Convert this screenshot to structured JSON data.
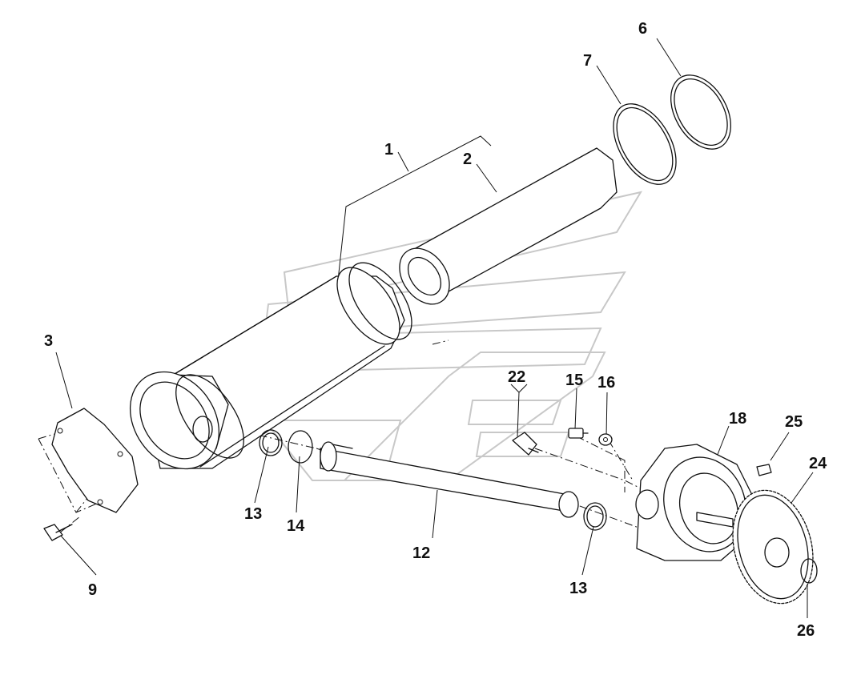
{
  "diagram": {
    "labels": [
      {
        "id": "1",
        "text": "1"
      },
      {
        "id": "2",
        "text": "2"
      },
      {
        "id": "3",
        "text": "3"
      },
      {
        "id": "6",
        "text": "6"
      },
      {
        "id": "7",
        "text": "7"
      },
      {
        "id": "9",
        "text": "9"
      },
      {
        "id": "12",
        "text": "12"
      },
      {
        "id": "13a",
        "text": "13"
      },
      {
        "id": "13b",
        "text": "13"
      },
      {
        "id": "14",
        "text": "14"
      },
      {
        "id": "15",
        "text": "15"
      },
      {
        "id": "16",
        "text": "16"
      },
      {
        "id": "18",
        "text": "18"
      },
      {
        "id": "22",
        "text": "22"
      },
      {
        "id": "24",
        "text": "24"
      },
      {
        "id": "25",
        "text": "25"
      },
      {
        "id": "26",
        "text": "26"
      }
    ],
    "colors": {
      "line": "#111111",
      "watermark": "#c8c8c8",
      "background": "#ffffff"
    }
  }
}
